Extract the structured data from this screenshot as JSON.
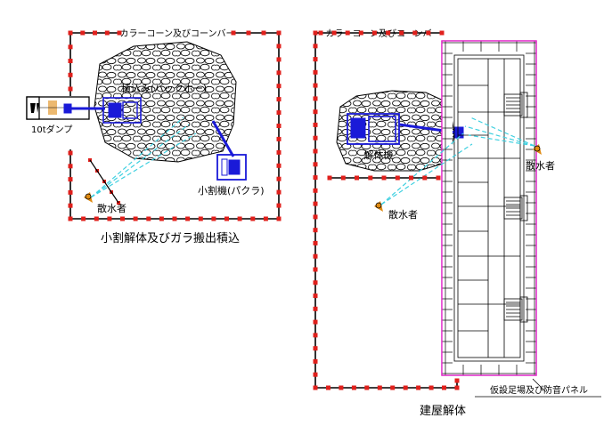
{
  "left_panel": {
    "fence_label": "カラーコーン及びコーンバー",
    "loader_label": "積込み(バックホー)",
    "dump_label": "10tダンプ",
    "breaker_label": "小割機(パクラ)",
    "sprinkler_label": "散水者",
    "caption": "小割解体及びガラ搬出積込"
  },
  "right_panel": {
    "fence_label": "カラーコーン及びコーンバー",
    "demolisher_label": "解体機",
    "sprinkler_label_left": "散水者",
    "sprinkler_label_right": "散水者",
    "scaffold_label": "仮設足場及び防音パネル",
    "caption": "建屋解体"
  },
  "colors": {
    "fence_line": "#000000",
    "cone": "#e0201c",
    "machine": "#1a1ad8",
    "water_spray": "#3fd0e0",
    "scaffold": "#e020c8",
    "sprinkler_icon": "#e08a10"
  },
  "icons": [
    "dump-truck-icon",
    "backhoe-icon",
    "breaker-icon",
    "demolisher-icon",
    "sprinkler-person-icon",
    "rubble-pile-icon",
    "building-plan-icon"
  ]
}
